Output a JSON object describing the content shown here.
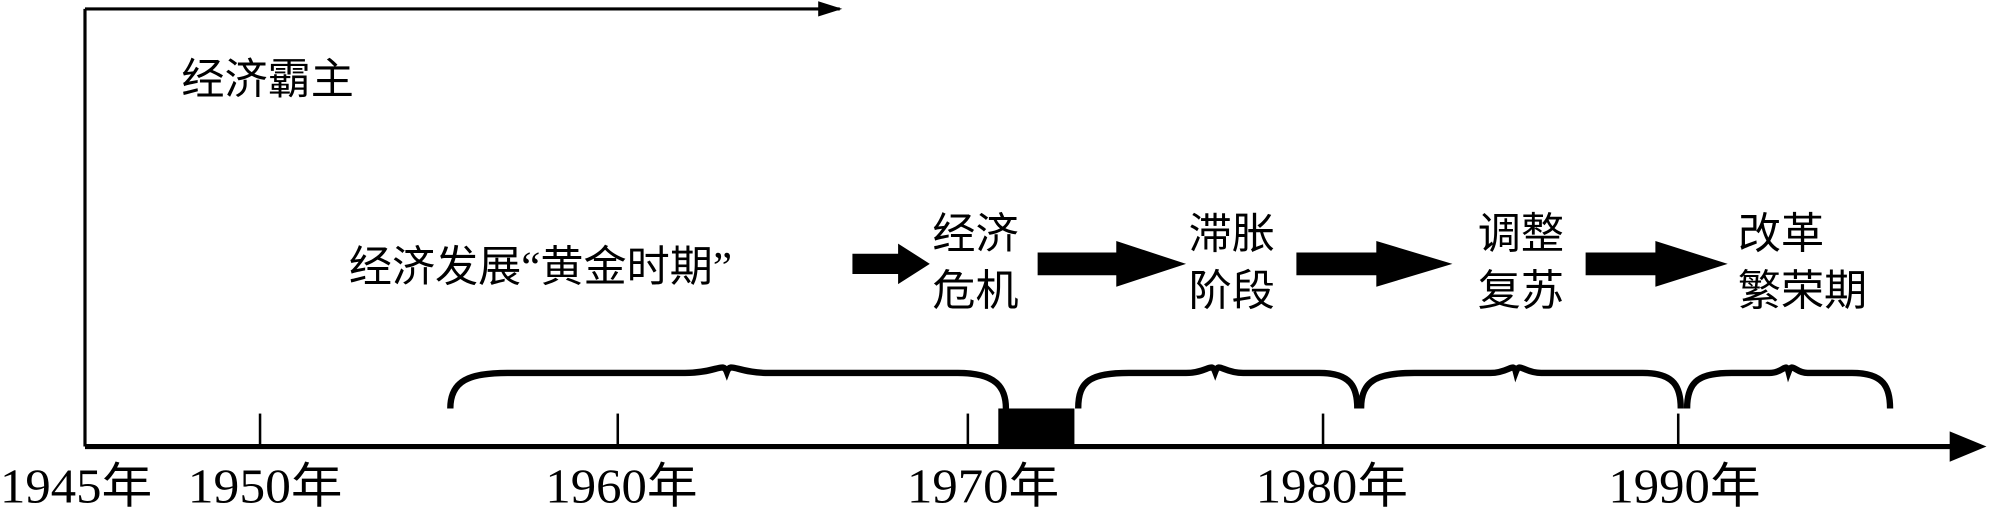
{
  "title": "经济霸主",
  "stages": [
    {
      "lines": [
        "经济发展“黄金时期”"
      ]
    },
    {
      "lines": [
        "经济",
        "危机"
      ]
    },
    {
      "lines": [
        "滞胀",
        "阶段"
      ]
    },
    {
      "lines": [
        "调整",
        "复苏"
      ]
    },
    {
      "lines": [
        "改革",
        "繁荣期"
      ]
    }
  ],
  "years": [
    "1945年",
    "1950年",
    "1960年",
    "1970年",
    "1980年",
    "1990年"
  ],
  "colors": {
    "ink": "#000000",
    "background": "#ffffff"
  }
}
